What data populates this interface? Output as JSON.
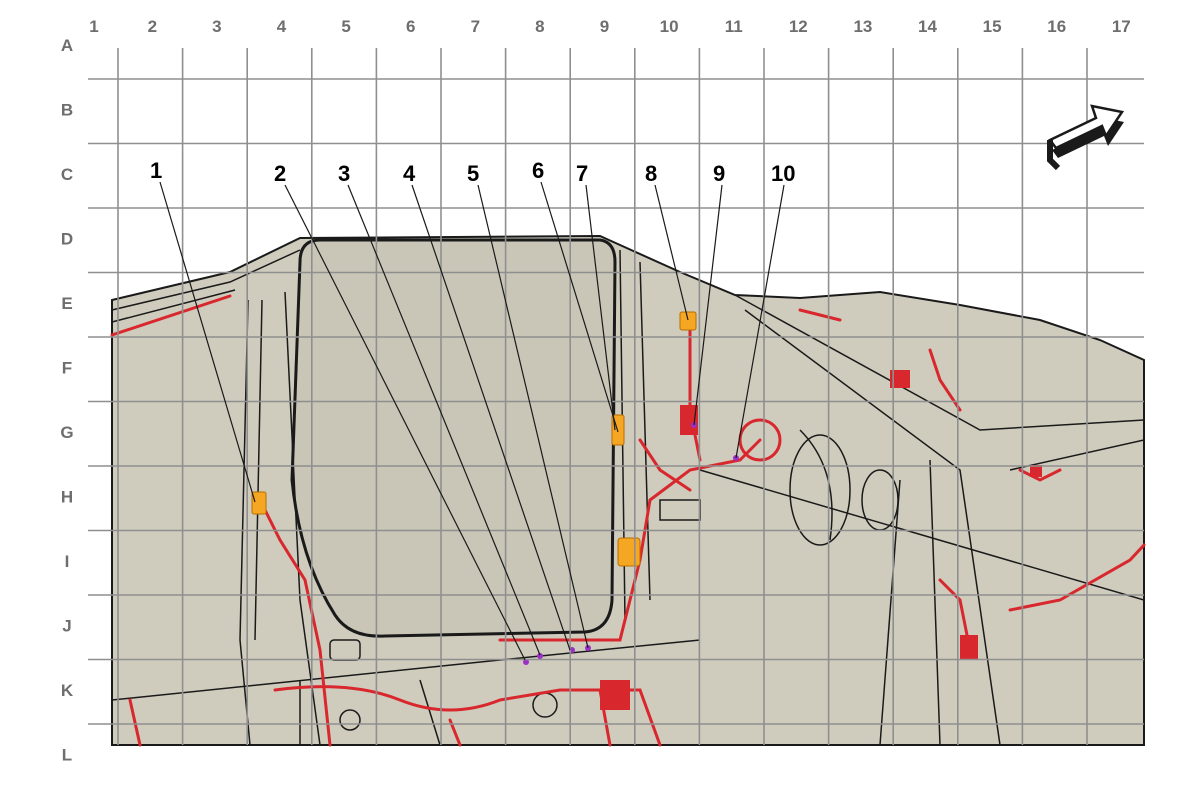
{
  "grid": {
    "columns": [
      "1",
      "2",
      "3",
      "4",
      "5",
      "6",
      "7",
      "8",
      "9",
      "10",
      "11",
      "12",
      "13",
      "14",
      "15",
      "16",
      "17"
    ],
    "rows": [
      "A",
      "B",
      "C",
      "D",
      "E",
      "F",
      "G",
      "H",
      "I",
      "J",
      "K",
      "L"
    ]
  },
  "callouts": [
    "1",
    "2",
    "3",
    "4",
    "5",
    "6",
    "7",
    "8",
    "9",
    "10"
  ],
  "colors": {
    "panel": "#cfcbbd",
    "grid": "#8f8f8f",
    "wiring": "#d9272e",
    "connector": "#f5a623",
    "marker": "#9b2fc7",
    "outline": "#1a1a1a"
  },
  "icons": {
    "direction": "front-direction-arrow-icon"
  }
}
